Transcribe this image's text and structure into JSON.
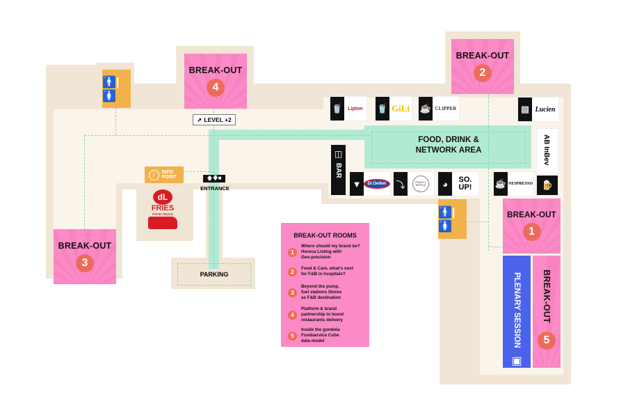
{
  "rooms": {
    "breakout_label": "BREAK-OUT",
    "items": [
      {
        "id": "1",
        "label": "BREAK-OUT",
        "number": "1"
      },
      {
        "id": "2",
        "label": "BREAK-OUT",
        "number": "2"
      },
      {
        "id": "3",
        "label": "BREAK-OUT",
        "number": "3"
      },
      {
        "id": "4",
        "label": "BREAK-OUT",
        "number": "4"
      },
      {
        "id": "5",
        "label": "BREAK-OUT",
        "number": "5"
      }
    ],
    "plenary": "PLENARY SESSION"
  },
  "areas": {
    "food_drink": "FOOD, DRINK & NETWORK AREA",
    "parking": "PARKING",
    "entrance": "ENTRANCE",
    "level": "LEVEL +2",
    "info_point": "INFO POINT",
    "bar": "BAR",
    "food_truck": {
      "brand": "dL",
      "title": "FRIES",
      "subtitle": "FOOD TRUCK"
    }
  },
  "brands": {
    "top_row": [
      {
        "icon": "drink-icon",
        "name": "Lipton"
      },
      {
        "icon": "drink-icon",
        "name": "GiLi"
      },
      {
        "icon": "coffee-cup-icon",
        "name": "CLIPPER"
      },
      {
        "icon": "snack-icon",
        "name": "Lucien"
      }
    ],
    "bottom_row": [
      {
        "icon": "pizza-icon",
        "name": "Dr.Oetker"
      },
      {
        "icon": "sauce-icon",
        "name": "FRANS & BERTHA"
      },
      {
        "icon": "soup-icon",
        "name": "SO. UP!"
      },
      {
        "icon": "coffee-cup-icon",
        "name": "NESPRESSO"
      },
      {
        "icon": "beer-icon",
        "name": "AB InBev"
      }
    ]
  },
  "legend": {
    "title": "BREAK-OUT ROOMS",
    "items": [
      {
        "number": "1",
        "text": "Where should my brand be?\nHoreca Listing with\nGeo-precision"
      },
      {
        "number": "2",
        "text": "Food & Care, what's next\nfor F&B in hospitals?"
      },
      {
        "number": "3",
        "text": "Beyond the pump,\nfuel stations Stores\nas F&B destination"
      },
      {
        "number": "4",
        "text": "Platform & brand\npartnership to boost\nrestaurants delivery"
      },
      {
        "number": "5",
        "text": "Inside the gondola\nFoodservice Cube\ndata model"
      }
    ]
  },
  "colors": {
    "breakout": "#fb8ac7",
    "plenary": "#4b63ea",
    "restroom": "#f2b24b",
    "food_area": "#b1ead3",
    "number_badge": "#ee6b5b"
  }
}
